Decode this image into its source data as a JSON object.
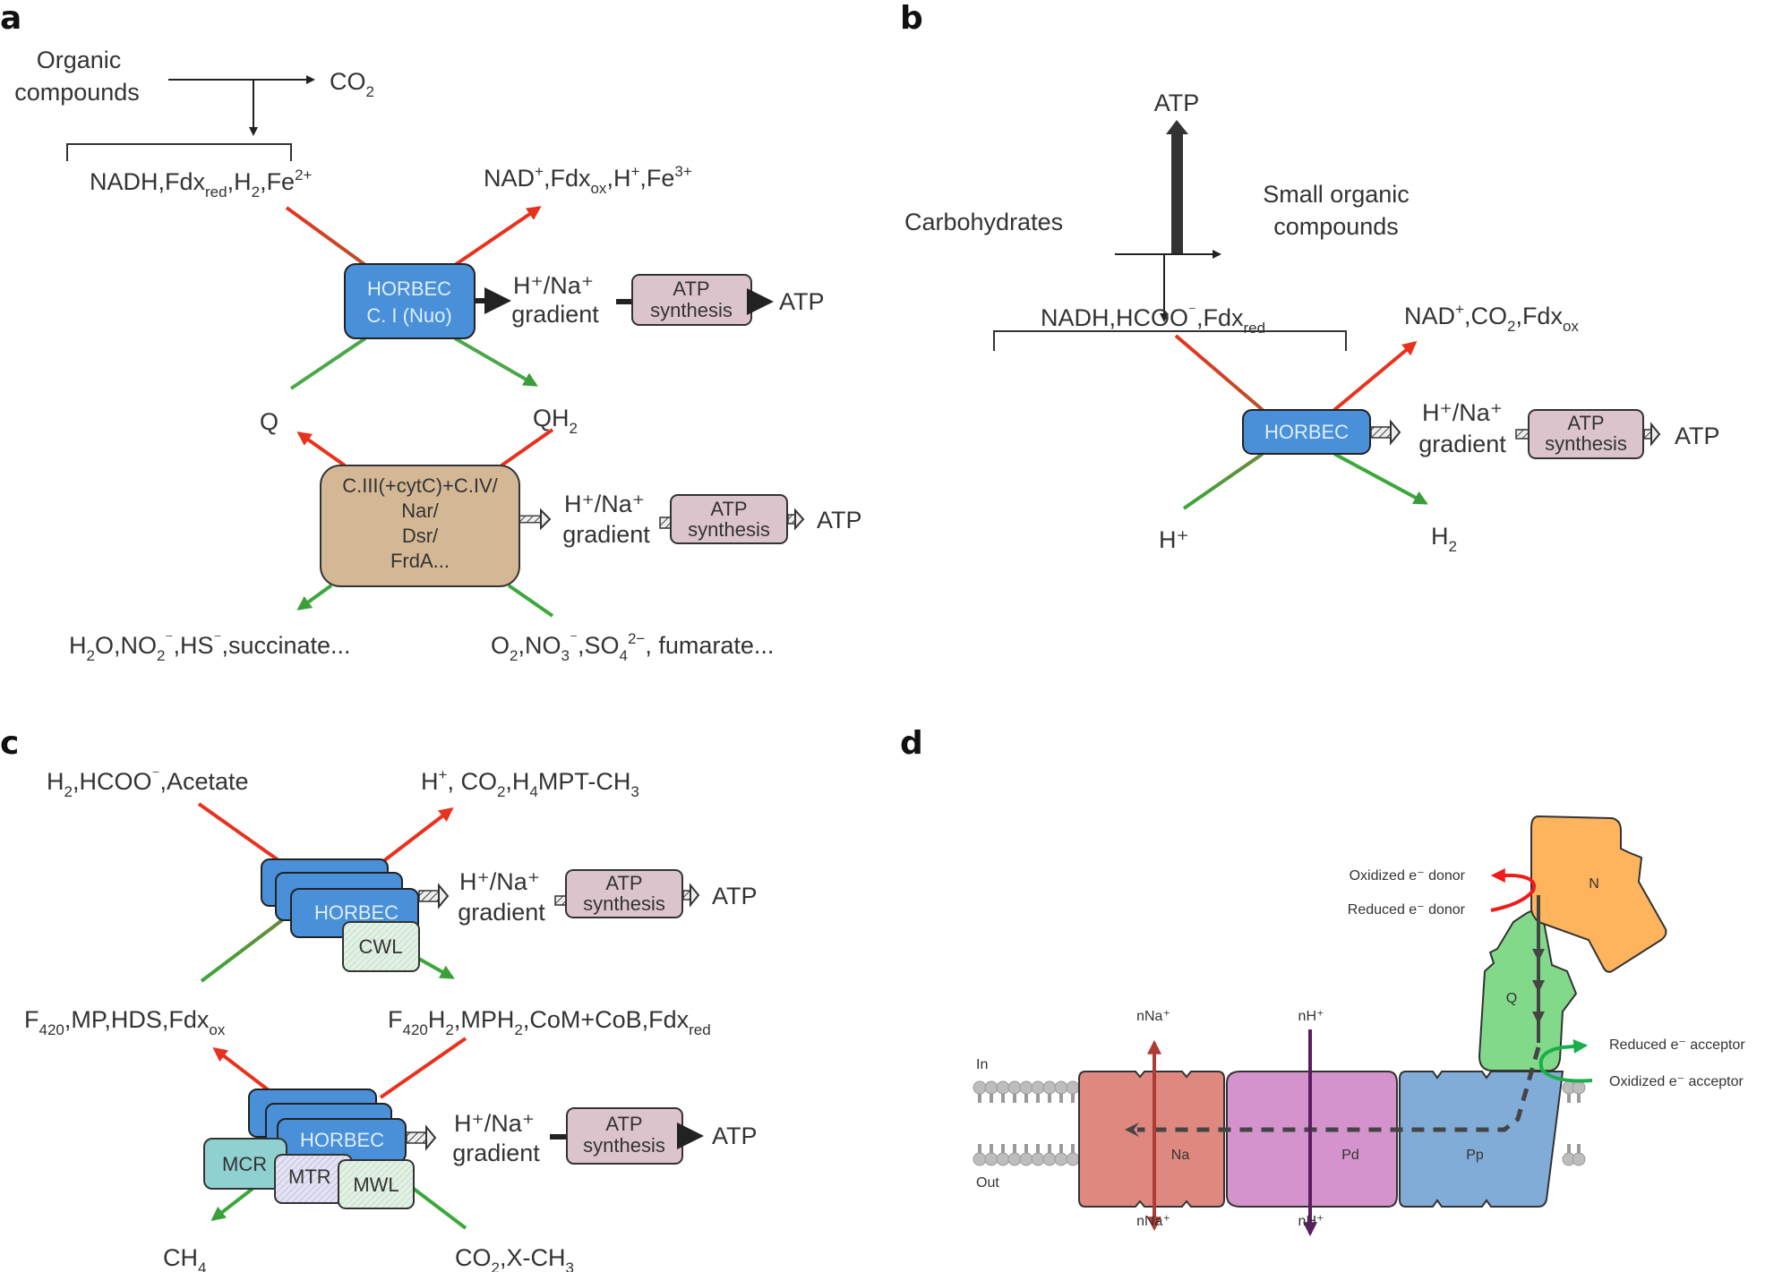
{
  "figure": {
    "panels": {
      "a": {
        "label": "a",
        "source_line1": "Organic",
        "source_line2": "compounds",
        "product": "CO",
        "product_sub": "2",
        "donors": [
          {
            "t": "NADH,Fdx"
          },
          {
            "t": "red",
            "sub": true
          },
          {
            "t": ",H"
          },
          {
            "t": "2",
            "sub": true
          },
          {
            "t": ",Fe"
          },
          {
            "t": "2+",
            "sup": true
          }
        ],
        "oxidized": [
          {
            "t": "NAD"
          },
          {
            "t": "+",
            "sup": true
          },
          {
            "t": ",Fdx"
          },
          {
            "t": "ox",
            "sub": true
          },
          {
            "t": ",H"
          },
          {
            "t": "+",
            "sup": true
          },
          {
            "t": ",Fe"
          },
          {
            "t": "3+",
            "sup": true
          }
        ],
        "complex1_line1": "HORBEC",
        "complex1_line2": "C. I (Nuo)",
        "gradient_line1": "H⁺/Na⁺",
        "gradient_line2": "gradient",
        "atp_box_line1": "ATP",
        "atp_box_line2": "synthesis",
        "atp_out": "ATP",
        "quinone": "Q",
        "quinol": "QH",
        "quinol_sub": "2",
        "complex2_lines": [
          "C.III(+cytC)+C.IV/",
          "Nar/",
          "Dsr/",
          "FrdA..."
        ],
        "reduced_products": [
          {
            "t": "H"
          },
          {
            "t": "2",
            "sub": true
          },
          {
            "t": "O,NO"
          },
          {
            "t": "2",
            "sub": true
          },
          {
            "t": "⁻",
            "sup": true
          },
          {
            "t": ",HS"
          },
          {
            "t": "⁻",
            "sup": true
          },
          {
            "t": ",succinate..."
          }
        ],
        "acceptors": [
          {
            "t": "O"
          },
          {
            "t": "2",
            "sub": true
          },
          {
            "t": ",NO"
          },
          {
            "t": "3",
            "sub": true
          },
          {
            "t": "⁻",
            "sup": true
          },
          {
            "t": ",SO"
          },
          {
            "t": "4",
            "sub": true
          },
          {
            "t": "2−",
            "sup": true
          },
          {
            "t": ", fumarate..."
          }
        ]
      },
      "b": {
        "label": "b",
        "atp_top": "ATP",
        "source": "Carbohydrates",
        "product_line1": "Small organic",
        "product_line2": "compounds",
        "donors": [
          {
            "t": "NADH,HCOO"
          },
          {
            "t": "⁻",
            "sup": true
          },
          {
            "t": ",Fdx"
          },
          {
            "t": "red",
            "sub": true
          }
        ],
        "oxidized": [
          {
            "t": "NAD"
          },
          {
            "t": "+",
            "sup": true
          },
          {
            "t": ",CO"
          },
          {
            "t": "2",
            "sub": true
          },
          {
            "t": ",Fdx"
          },
          {
            "t": "ox",
            "sub": true
          }
        ],
        "complex": "HORBEC",
        "gradient_line1": "H⁺/Na⁺",
        "gradient_line2": "gradient",
        "atp_box_line1": "ATP",
        "atp_box_line2": "synthesis",
        "atp_out": "ATP",
        "acceptor": "H⁺",
        "product_h2": "H",
        "product_h2_sub": "2"
      },
      "c": {
        "label": "c",
        "top_donors": [
          {
            "t": "H"
          },
          {
            "t": "2",
            "sub": true
          },
          {
            "t": ",HCOO"
          },
          {
            "t": "⁻",
            "sup": true
          },
          {
            "t": ",Acetate"
          }
        ],
        "top_products": [
          {
            "t": "H"
          },
          {
            "t": "+",
            "sup": true
          },
          {
            "t": ", CO"
          },
          {
            "t": "2",
            "sub": true
          },
          {
            "t": ",H"
          },
          {
            "t": "4",
            "sub": true
          },
          {
            "t": "MPT-CH"
          },
          {
            "t": "3",
            "sub": true
          }
        ],
        "upper_complex": "HORBEC",
        "upper_sub": "CWL",
        "mid_left": [
          {
            "t": "F"
          },
          {
            "t": "420",
            "sub": true
          },
          {
            "t": ",MP,HDS,Fdx"
          },
          {
            "t": "ox",
            "sub": true
          }
        ],
        "mid_right": [
          {
            "t": "F"
          },
          {
            "t": "420",
            "sub": true
          },
          {
            "t": "H"
          },
          {
            "t": "2",
            "sub": true
          },
          {
            "t": ",MPH"
          },
          {
            "t": "2",
            "sub": true
          },
          {
            "t": ",CoM+CoB,Fdx"
          },
          {
            "t": "red",
            "sub": true
          }
        ],
        "lower_complex": "HORBEC",
        "lower_subs": [
          "MCR",
          "MTR",
          "MWL"
        ],
        "gradient_line1": "H⁺/Na⁺",
        "gradient_line2": "gradient",
        "atp_box_line1": "ATP",
        "atp_box_line2": "synthesis",
        "atp_out": "ATP",
        "bottom_left": "CH",
        "bottom_left_sub": "4",
        "bottom_right": [
          {
            "t": "CO"
          },
          {
            "t": "2",
            "sub": true
          },
          {
            "t": ",X-CH"
          },
          {
            "t": "3",
            "sub": true
          }
        ]
      },
      "d": {
        "label": "d",
        "ox_donor": "Oxidized e⁻ donor",
        "red_donor": "Reduced e⁻ donor",
        "red_acceptor": "Reduced e⁻ acceptor",
        "ox_acceptor": "Oxidized e⁻ acceptor",
        "side_in": "In",
        "side_out": "Out",
        "na_top": "nNa⁺",
        "na_bottom": "nNa⁺",
        "h_top": "nH⁺",
        "h_bottom": "nH⁺",
        "modules": {
          "N": "N",
          "Q": "Q",
          "Na": "Na",
          "Pd": "Pd",
          "Pp": "Pp"
        }
      }
    },
    "colors": {
      "electron_donor_arrow": "#e8321e",
      "electron_acceptor_arrow": "#3a9e3a",
      "horbec_blue": "#4a90d9",
      "complex_tan": "#d4b896",
      "atp_box_pink": "#dcc4cc",
      "n_module": "#fdb45c",
      "q_module": "#82d98a",
      "na_module": "#de8880",
      "pd_module": "#d493cc",
      "pp_module": "#82acd8",
      "mcr_teal": "#8fd0d0",
      "mtr_lavender": "#dcdcf0",
      "mwl_mint": "#dceee0",
      "na_arrow": "#b03a34",
      "h_arrow": "#5a1e5e",
      "lipid": "#bdbdbd"
    }
  }
}
